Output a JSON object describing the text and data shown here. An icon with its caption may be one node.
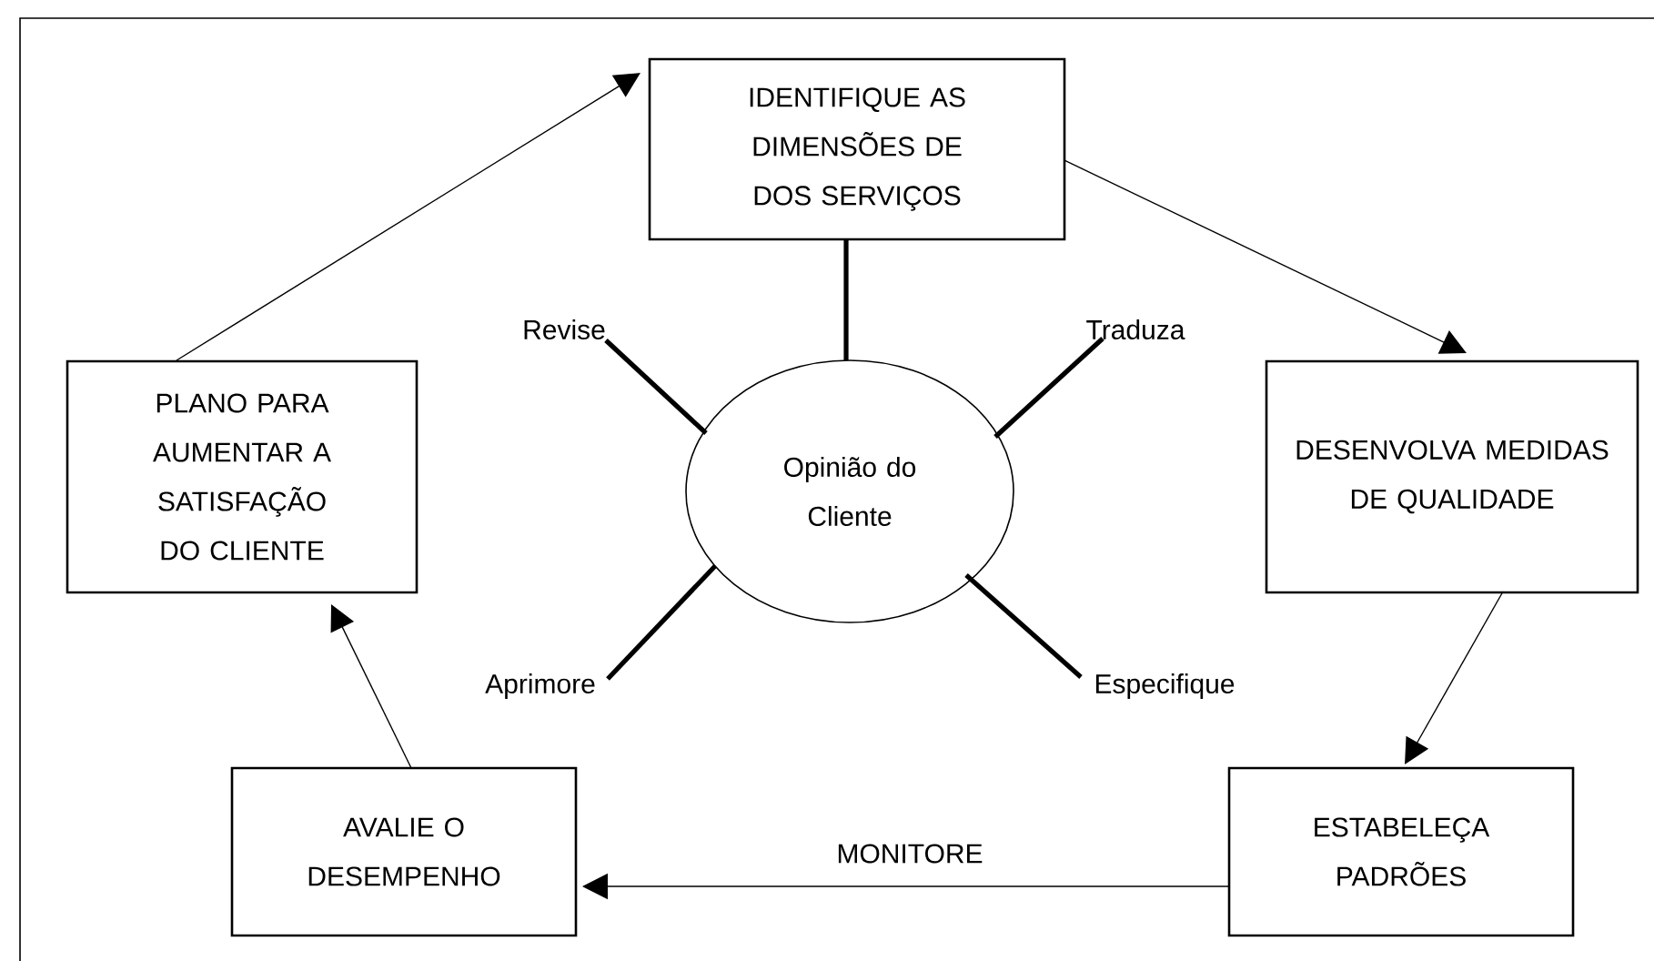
{
  "diagram": {
    "nodes": [
      {
        "text": [
          "IDENTIFIQUE AS DIMENSÕES DE DOS SERVIÇOS"
        ]
      },
      {
        "text": [
          "Revise"
        ]
      },
      {
        "text": [
          "Traduza"
        ]
      },
      {
        "text": [
          "PLANO PARA AUMENTAR A SATISFAÇÃO DO CLIENTE"
        ]
      },
      {
        "text": [
          "Opinião do Cliente"
        ]
      },
      {
        "text": [
          "DESENVOLVA MEDIDAS DE QUALIDADE"
        ]
      },
      {
        "text": [
          "Aprimore"
        ]
      },
      {
        "text": [
          "Especifique"
        ]
      },
      {
        "text": [
          "AVALIE O DESEMPENHO"
        ]
      },
      {
        "text": [
          "ESTABELEÇA PADRÕES"
        ]
      }
    ],
    "edges": [
      {
        "from": 0,
        "to": 5,
        "arrow": "to"
      },
      {
        "from": 5,
        "to": 9,
        "arrow": "to"
      },
      {
        "from": 9,
        "to": 8,
        "arrow": "to",
        "label": "MONITORE"
      },
      {
        "from": 8,
        "to": 3,
        "arrow": "to"
      },
      {
        "from": 3,
        "to": 0,
        "arrow": "to"
      },
      {
        "from": 4,
        "to": 0,
        "arrow": "none",
        "style": "thick"
      },
      {
        "from": 4,
        "to": 1,
        "arrow": "none",
        "style": "thick"
      },
      {
        "from": 4,
        "to": 2,
        "arrow": "none",
        "style": "thick"
      },
      {
        "from": 4,
        "to": 6,
        "arrow": "none",
        "style": "thick"
      },
      {
        "from": 4,
        "to": 7,
        "arrow": "none",
        "style": "thick"
      }
    ]
  }
}
